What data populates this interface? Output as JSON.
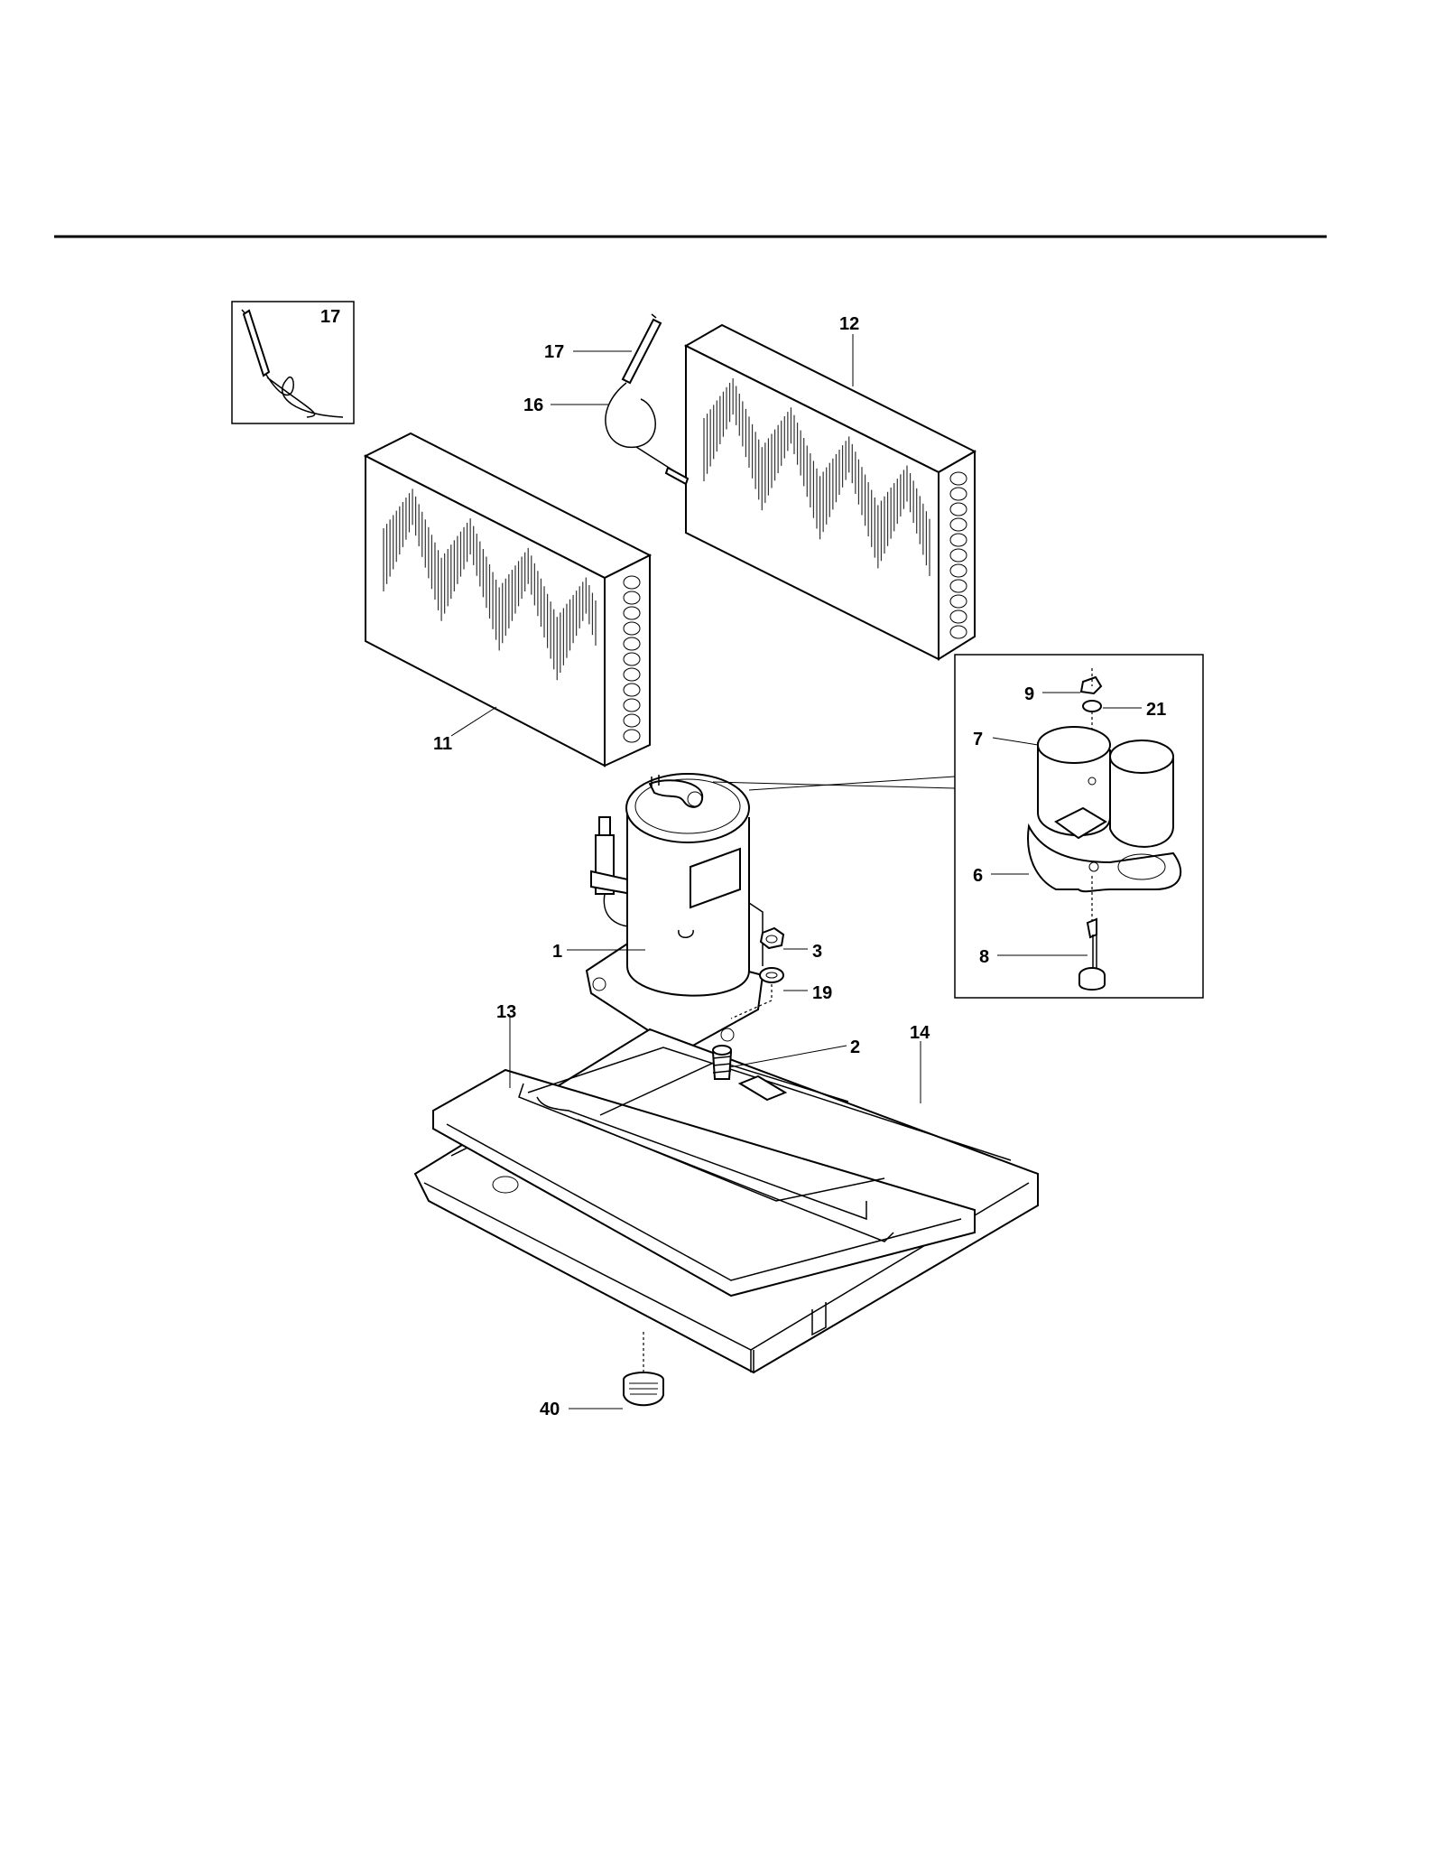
{
  "labels": {
    "l1": "1",
    "l2": "2",
    "l3": "3",
    "l6": "6",
    "l7": "7",
    "l8": "8",
    "l9": "9",
    "l11": "11",
    "l12": "12",
    "l13": "13",
    "l14": "14",
    "l16": "16",
    "l17a": "17",
    "l17b": "17",
    "l19": "19",
    "l21": "21",
    "l40": "40"
  }
}
